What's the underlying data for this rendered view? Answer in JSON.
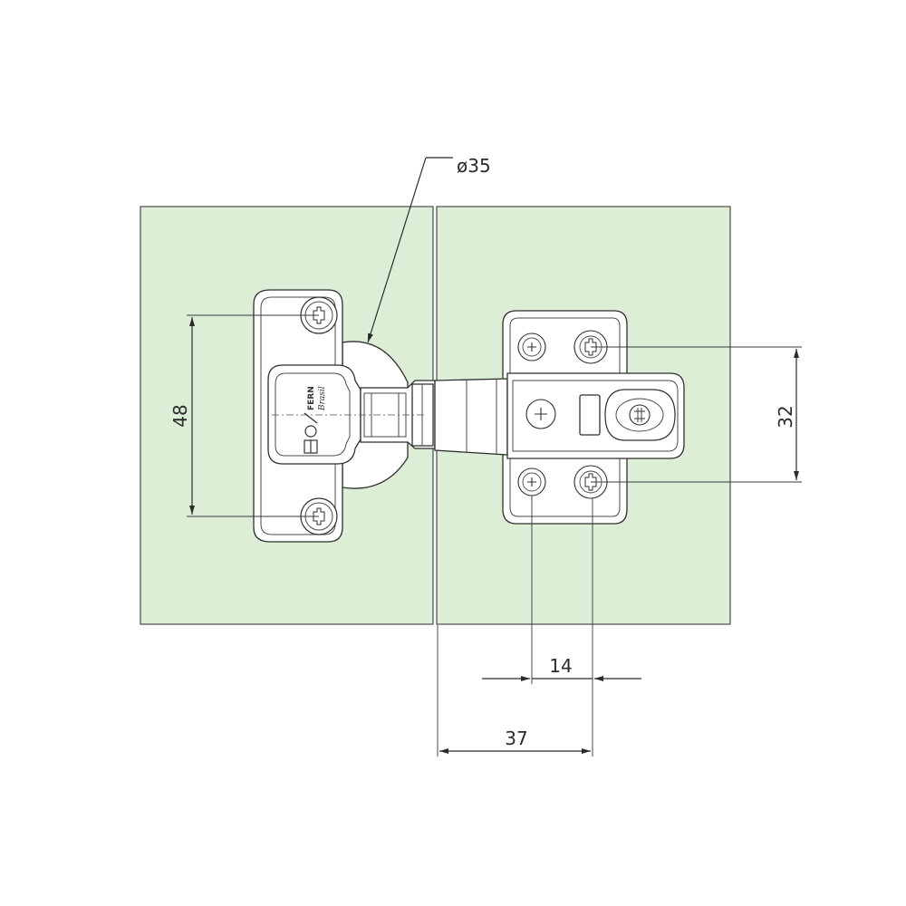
{
  "colors": {
    "panel_fill": "#dcefd6",
    "panel_stroke": "#4a4a4a",
    "line": "#2b2b2b",
    "part_fill": "#ffffff"
  },
  "dimensions": {
    "cup_diameter": "ø35",
    "hole_spacing_cup": "48",
    "hole_spacing_plate": "32",
    "plate_offset_small": "14",
    "plate_offset_large": "37"
  },
  "logo": {
    "mark": "FERN",
    "brand": "Brasil"
  }
}
